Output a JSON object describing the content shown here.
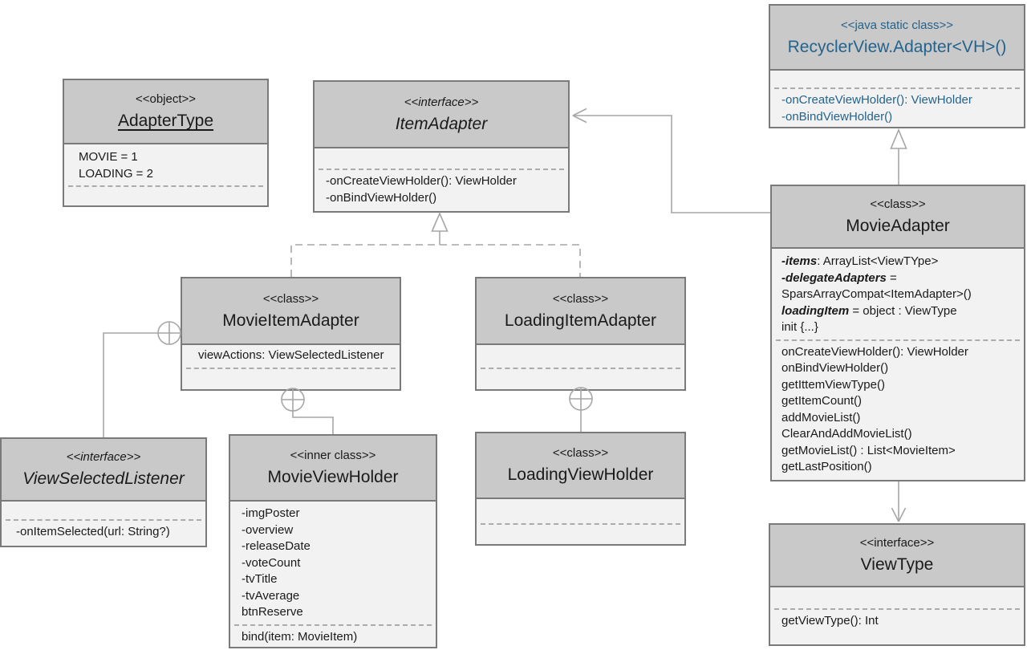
{
  "colors": {
    "header_fill": "#c9c9c9",
    "body_fill": "#f2f2f2",
    "border": "#7a7a7a",
    "accent_blue": "#24638c",
    "connector": "#a6a6a6",
    "text": "#1a1a1a"
  },
  "classes": {
    "recyclerAdapter": {
      "stereotype": "<<java static class>>",
      "name": "RecyclerView.Adapter<VH>()",
      "methods": [
        "-onCreateViewHolder(): ViewHolder",
        "-onBindViewHolder()"
      ]
    },
    "adapterType": {
      "stereotype": "<<object>>",
      "name": "AdapterType",
      "attributes": [
        "MOVIE = 1",
        "LOADING = 2"
      ]
    },
    "itemAdapter": {
      "stereotype": "<<interface>>",
      "name": "ItemAdapter",
      "methods": [
        "-onCreateViewHolder(): ViewHolder",
        "-onBindViewHolder()"
      ]
    },
    "movieItemAdapter": {
      "stereotype": "<<class>>",
      "name": "MovieItemAdapter",
      "attributes": [
        "viewActions: ViewSelectedListener"
      ]
    },
    "loadingItemAdapter": {
      "stereotype": "<<class>>",
      "name": "LoadingItemAdapter"
    },
    "movieAdapter": {
      "stereotype": "<<class>>",
      "name": "MovieAdapter",
      "attr_items_bold": "-items",
      "attr_items_rest": ": ArrayList<ViewTYpe>",
      "attr_delegate_bold": "-delegateAdapters",
      "attr_delegate_rest": " =",
      "attr_delegate_cont": "SparsArrayCompat<ItemAdapter>()",
      "attr_loading_bold": "loadingItem",
      "attr_loading_rest": " = object : ViewType",
      "attr_init": "init {...}",
      "methods": [
        "onCreateViewHolder(): ViewHolder",
        "onBindViewHolder()",
        "getIttemViewType()",
        "getItemCount()",
        "addMovieList()",
        "ClearAndAddMovieList()",
        "getMovieList() : List<MovieItem>",
        "getLastPosition()"
      ]
    },
    "viewSelectedListener": {
      "stereotype": "<<interface>>",
      "name": "ViewSelectedListener",
      "methods": [
        "-onItemSelected(url: String?)"
      ]
    },
    "movieViewHolder": {
      "stereotype": "<<inner class>>",
      "name": "MovieViewHolder",
      "attributes": [
        "-imgPoster",
        "-overview",
        "-releaseDate",
        "-voteCount",
        "-tvTitle",
        "-tvAverage",
        "btnReserve"
      ],
      "methods": [
        "bind(item: MovieItem)"
      ]
    },
    "loadingViewHolder": {
      "stereotype": "<<class>>",
      "name": "LoadingViewHolder"
    },
    "viewType": {
      "stereotype": "<<interface>>",
      "name": "ViewType",
      "methods": [
        "getViewType(): Int"
      ]
    }
  }
}
